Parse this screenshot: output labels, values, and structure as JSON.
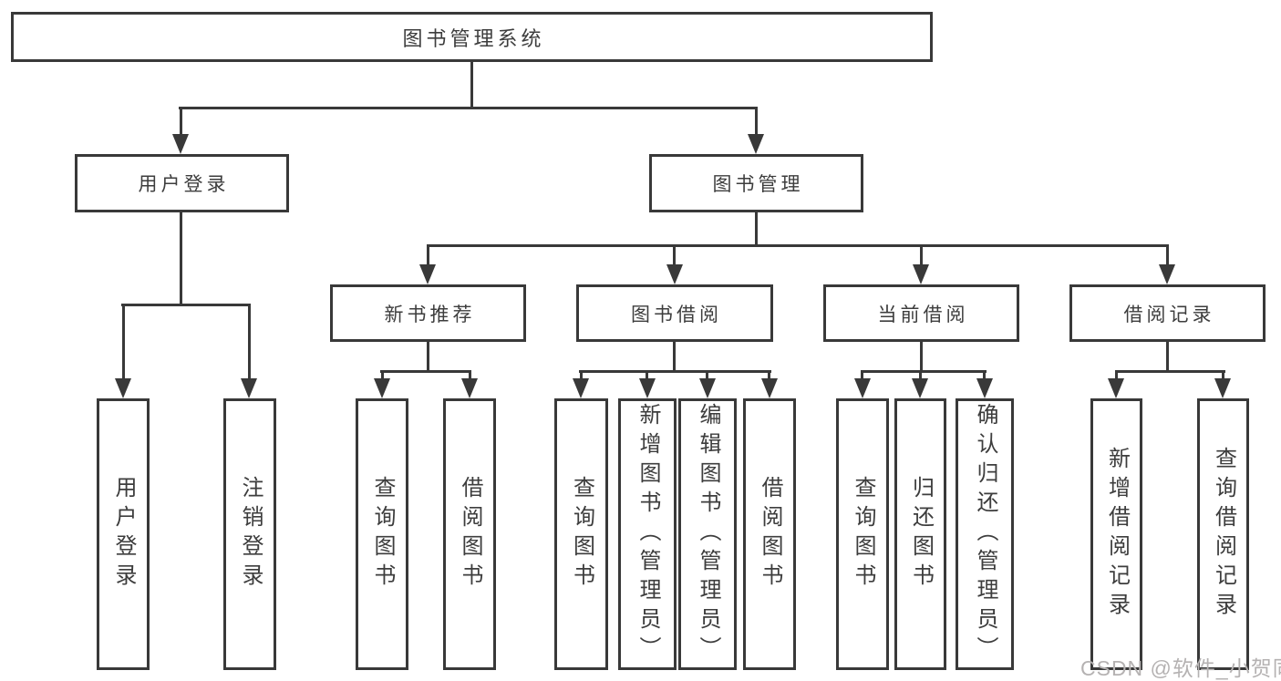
{
  "diagram": {
    "root": {
      "label": "图书管理系统"
    },
    "children": [
      {
        "label": "用户登录",
        "children": [
          {
            "label": "用户登录"
          },
          {
            "label": "注销登录"
          }
        ]
      },
      {
        "label": "图书管理",
        "children": [
          {
            "label": "新书推荐",
            "children": [
              {
                "label": "查询图书"
              },
              {
                "label": "借阅图书"
              }
            ]
          },
          {
            "label": "图书借阅",
            "children": [
              {
                "label": "查询图书"
              },
              {
                "label": "新增图书（管理员）"
              },
              {
                "label": "编辑图书（管理员）"
              },
              {
                "label": "借阅图书"
              }
            ]
          },
          {
            "label": "当前借阅",
            "children": [
              {
                "label": "查询图书"
              },
              {
                "label": "归还图书"
              },
              {
                "label": "确认归还（管理员）"
              }
            ]
          },
          {
            "label": "借阅记录",
            "children": [
              {
                "label": "新增借阅记录"
              },
              {
                "label": "查询借阅记录"
              }
            ]
          }
        ]
      }
    ]
  },
  "watermark": {
    "text": "CSDN @软件_小贺同学"
  },
  "colors": {
    "line": "#393939",
    "text": "#3d3d3d",
    "background": "#ffffff",
    "watermark": "#b5b2b2"
  }
}
